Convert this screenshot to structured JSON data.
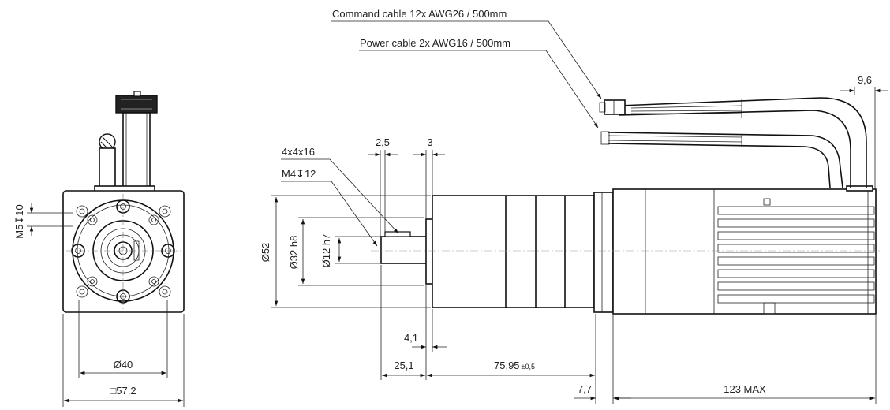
{
  "labels": {
    "command_cable": "Command cable 12x AWG26 / 500mm",
    "power_cable": "Power cable 2x AWG16 / 500mm",
    "dim_9_6": "9,6",
    "dim_2_5": "2,5",
    "dim_3": "3",
    "key_size": "4x4x16",
    "thread_front": "M4↧12",
    "thread_side": "M5↧10",
    "dia_52": "Ø52",
    "dia_32": "Ø32 h8",
    "dia_12": "Ø12 h7",
    "dia_40": "Ø40",
    "square_57": "□57,2",
    "dim_4_1": "4,1",
    "dim_25_1": "25,1",
    "dim_75_95": "75,95",
    "tol_75_95": "±0,5",
    "dim_7_7": "7,7",
    "dim_123": "123 MAX"
  },
  "colors": {
    "line": "#111111",
    "text": "#222222"
  }
}
